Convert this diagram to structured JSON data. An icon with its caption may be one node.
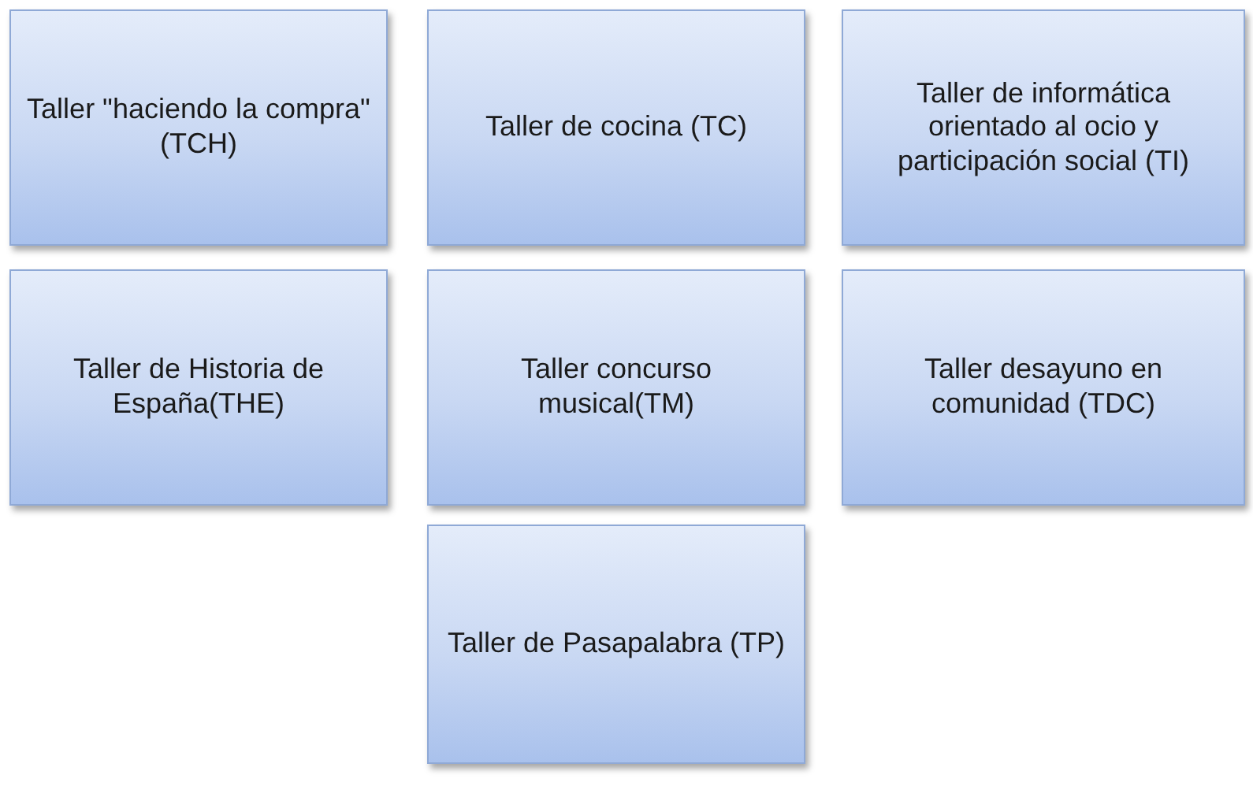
{
  "diagram": {
    "nodes": [
      {
        "text": [
          "Taller \"haciendo la compra\" (TCH)"
        ]
      },
      {
        "text": [
          "Taller de cocina (TC)"
        ]
      },
      {
        "text": [
          "Taller de informática orientado al ocio y participación social (TI)"
        ]
      },
      {
        "text": [
          "Taller de Historia de España(THE)"
        ]
      },
      {
        "text": [
          "Taller concurso musical(TM)"
        ]
      },
      {
        "text": [
          "Taller desayuno en comunidad (TDC)"
        ]
      },
      {
        "text": [
          "Taller de Pasapalabra (TP)"
        ]
      }
    ]
  }
}
